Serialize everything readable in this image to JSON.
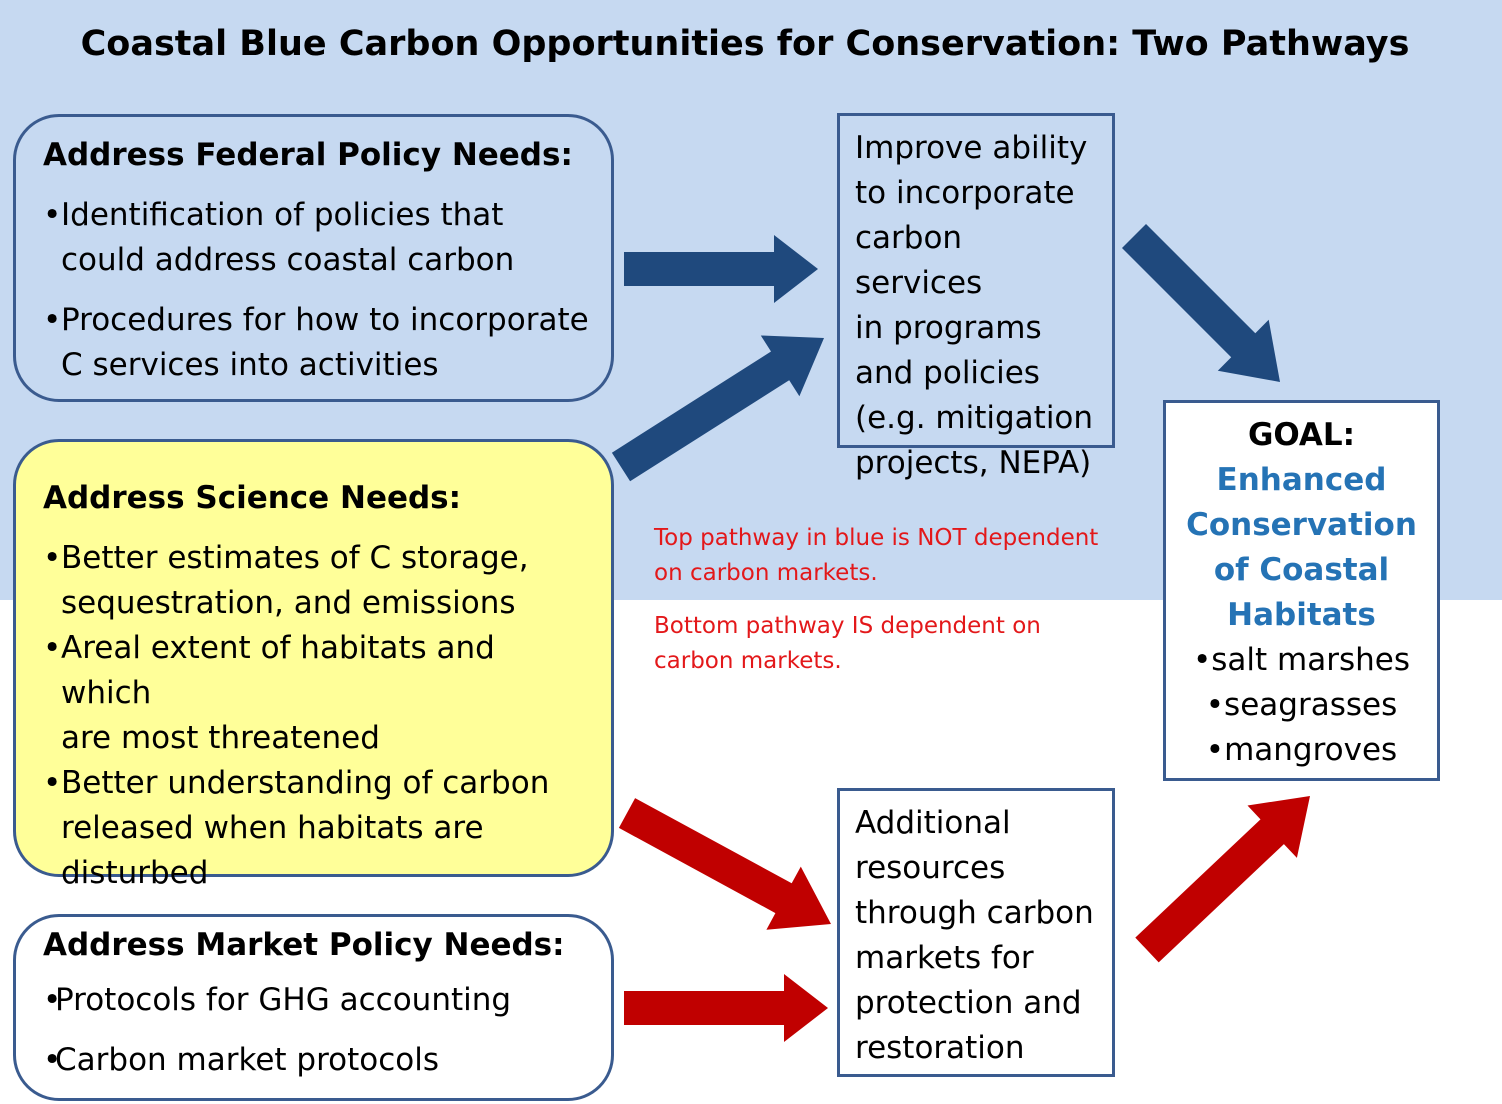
{
  "title": "Coastal Blue Carbon Opportunities for Conservation: Two Pathways",
  "colors": {
    "top_band": "#c6d9f1",
    "box_border": "#3a5b8f",
    "science_fill": "#ffff99",
    "blue_arrow": "#1f497d",
    "red_arrow": "#c00000",
    "goal_text": "#2573b5",
    "note_text": "#e3181a"
  },
  "federal": {
    "heading": "Address Federal Policy Needs:",
    "items": [
      [
        "Identification of policies that",
        "could address coastal carbon"
      ],
      [
        "Procedures for how to incorporate",
        "C services into activities"
      ]
    ]
  },
  "science": {
    "heading": "Address Science Needs:",
    "items": [
      [
        "Better estimates of C storage,",
        "sequestration, and emissions"
      ],
      [
        "Areal extent of habitats and which",
        "are most threatened"
      ],
      [
        "Better understanding of carbon",
        "released when habitats are",
        "disturbed"
      ]
    ]
  },
  "market": {
    "heading": "Address Market Policy Needs:",
    "items": [
      "Protocols for GHG accounting",
      "Carbon market protocols"
    ]
  },
  "improve": {
    "lines": [
      "Improve ability",
      "to incorporate",
      "carbon services",
      "in programs",
      "and policies",
      "(e.g. mitigation",
      "projects, NEPA)"
    ]
  },
  "additional": {
    "lines": [
      "Additional",
      "resources",
      "through carbon",
      "markets for",
      "protection and",
      "restoration"
    ]
  },
  "goal": {
    "label": "GOAL:",
    "title_lines": [
      "Enhanced",
      "Conservation",
      "of Coastal",
      "Habitats"
    ],
    "items": [
      "•salt marshes",
      "•seagrasses",
      "•mangroves"
    ]
  },
  "notes": {
    "top": [
      "Top pathway in blue is NOT dependent",
      "on carbon markets."
    ],
    "bottom": [
      "Bottom pathway IS dependent  on",
      "carbon markets."
    ]
  }
}
